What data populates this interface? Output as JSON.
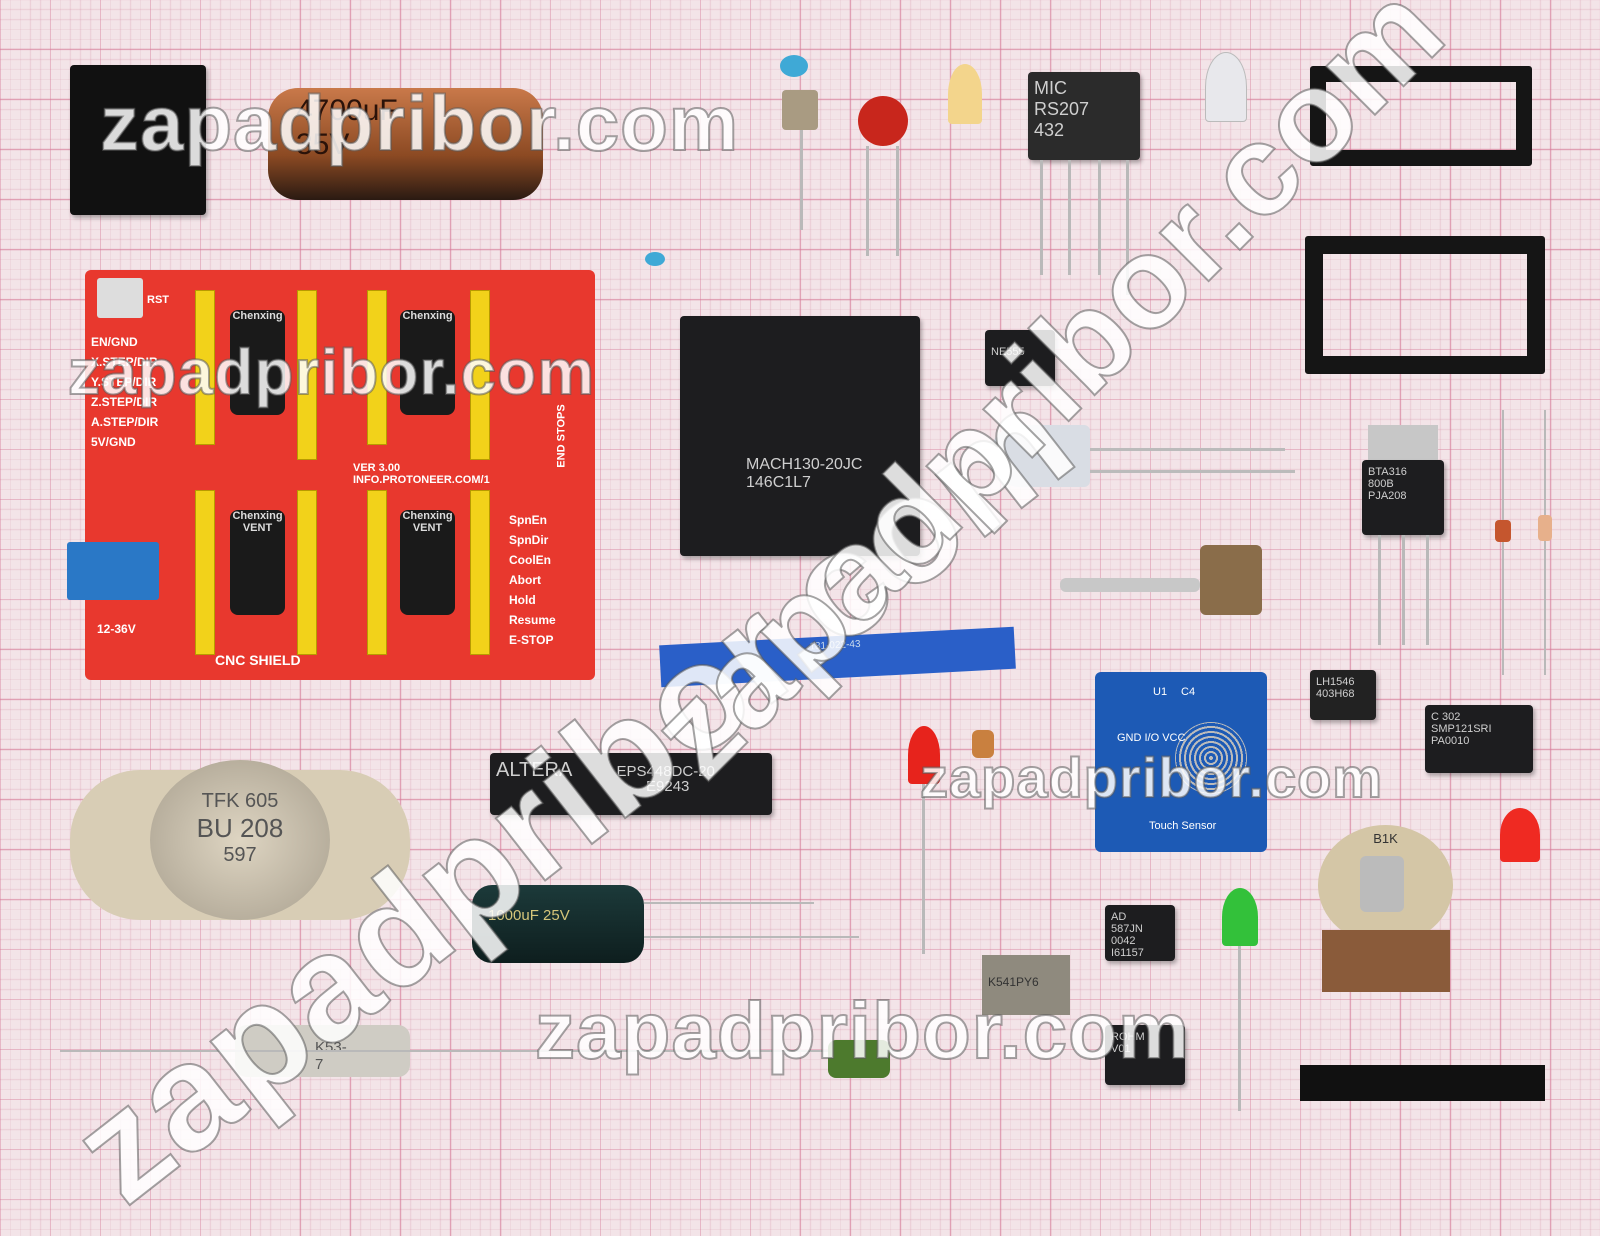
{
  "watermarks": [
    "zapadpribor.com",
    "zapadpribor.com",
    "zapadpribor.com",
    "zapadpribor.com",
    "zapadpribor.com",
    "zapadpribor.com"
  ],
  "capacitor_large": {
    "value": "4700uF",
    "voltage": "35V"
  },
  "capacitor_small": {
    "label": "1000uF 25V"
  },
  "bridge": {
    "brand": "MIC",
    "part": "RS207",
    "code": "432"
  },
  "cnc_shield": {
    "title": "CNC SHIELD",
    "power": "12-36V",
    "rst": "RST",
    "version": "VER 3.00",
    "url": "INFO.PROTONEER.COM/1",
    "left_labels": [
      "EN/GND",
      "X.STEP/DIR",
      "Y.STEP/DIR",
      "Z.STEP/DIR",
      "A.STEP/DIR",
      "5V/GND"
    ],
    "right_labels": [
      "SpnEn",
      "SpnDir",
      "CoolEn",
      "Abort",
      "Hold",
      "Resume",
      "E-STOP"
    ],
    "end_stops": "END STOPS",
    "driver_brand": "Chenxing",
    "driver_vent": "VENT"
  },
  "plcc": {
    "part": "MACH130-20JC",
    "code": "146C1L7"
  },
  "dip8_top": {
    "text": "NE555"
  },
  "altera": {
    "brand": "ALTERA",
    "part": "EPS448DC-20",
    "code": "E9243"
  },
  "transistor_to3": {
    "maker": "TFK 605",
    "part": "BU 208",
    "code": "597"
  },
  "triac": {
    "part": "BTA316",
    "sub": "800B",
    "code": "PJA208"
  },
  "touch_sensor": {
    "label": "Touch Sensor",
    "pins": "GND I/O VCC",
    "u1": "U1",
    "c4": "C4"
  },
  "optocoupler": {
    "part": "LH1546",
    "code": "403H68"
  },
  "ssr": {
    "part": "C 302",
    "sub": "SMP121SRI",
    "code": "PA0010"
  },
  "ad587": {
    "brand": "AD",
    "part": "587JN",
    "code": "0042",
    "lot": "I61157"
  },
  "potentiometer": {
    "value": "B1K"
  },
  "k541": {
    "part": "K541PY6"
  },
  "resistor_film": {
    "label": "K53-7"
  },
  "soic": {
    "part": "ROHM",
    "code": "V01"
  },
  "edge_connector": {
    "label": "181-022-43"
  }
}
